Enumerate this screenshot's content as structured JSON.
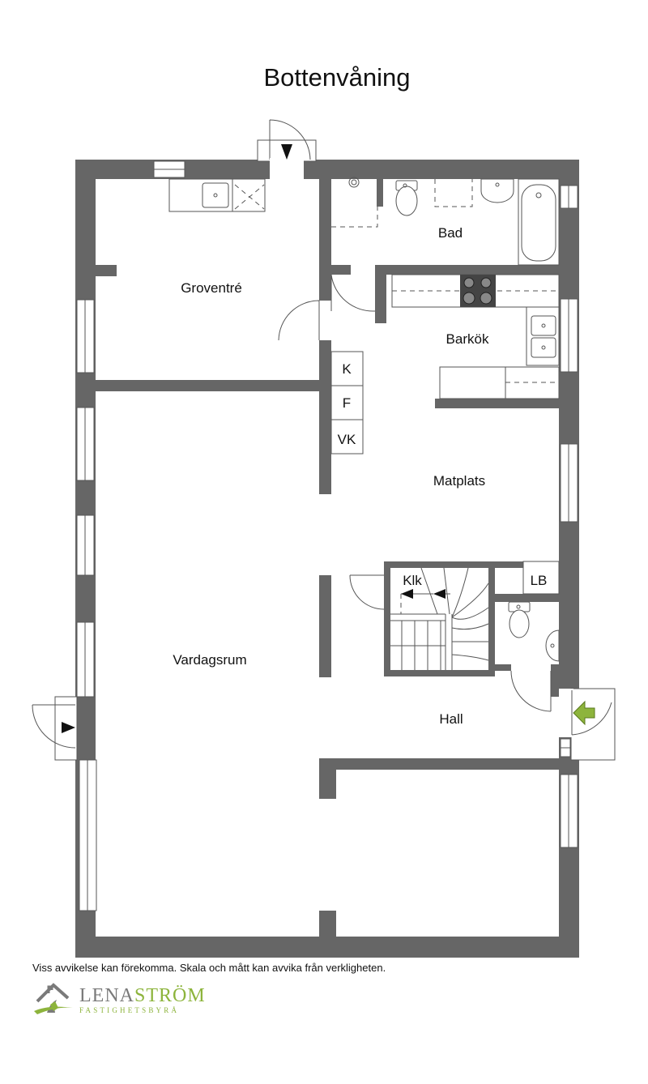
{
  "title": "Bottenvåning",
  "rooms": {
    "groventre": "Groventré",
    "bad": "Bad",
    "barkok": "Barkök",
    "matplats": "Matplats",
    "vardagsrum": "Vardagsrum",
    "hall": "Hall"
  },
  "appliances": {
    "k": "K",
    "f": "F",
    "vk": "VK",
    "klk": "Klk",
    "lb": "LB"
  },
  "disclaimer": "Viss avvikelse kan förekomma. Skala och mått kan avvika från verkligheten.",
  "logo": {
    "name_part1": "LENA",
    "name_part2": "STRÖM",
    "subtitle": "FASTIGHETSBYRÅ"
  },
  "colors": {
    "wall": "#666666",
    "logo_gray": "#7a7a7a",
    "logo_green": "#8db43c",
    "entrance_arrow": "#8db43c"
  }
}
